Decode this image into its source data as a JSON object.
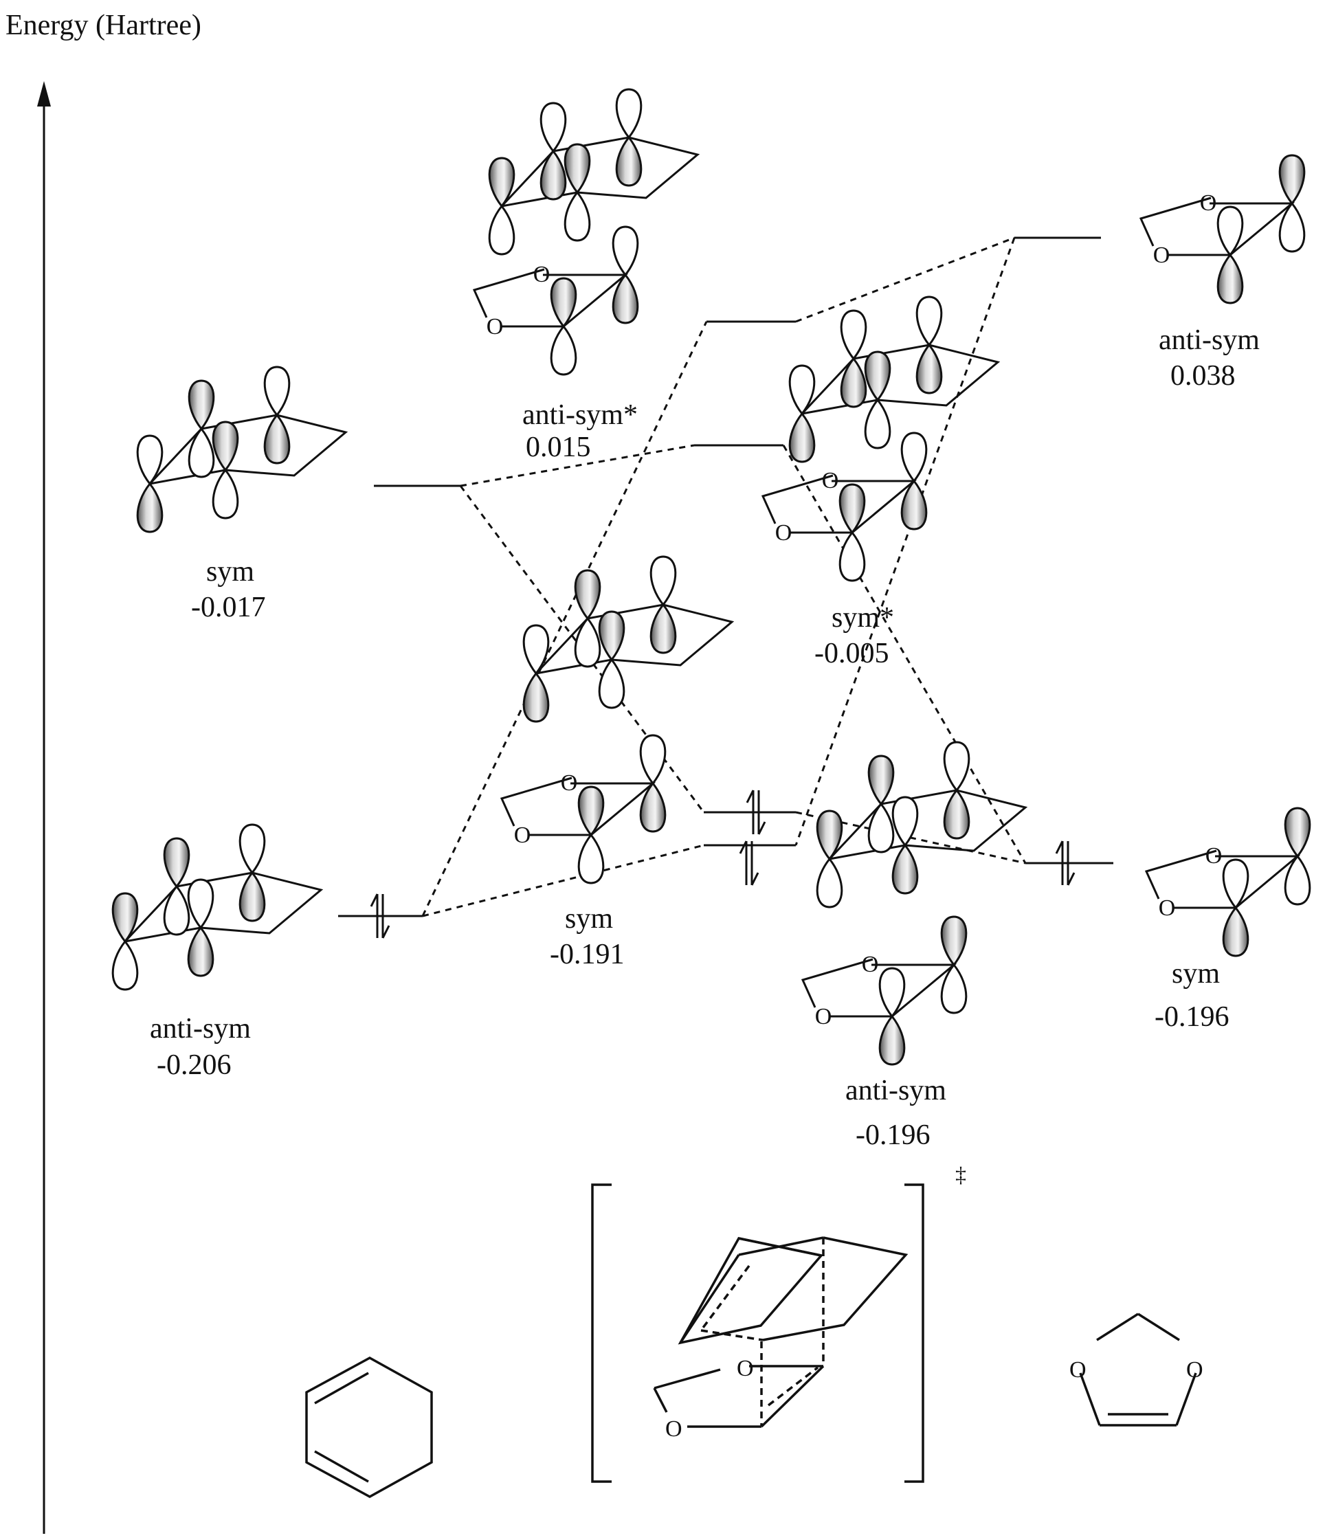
{
  "axis": {
    "label": "Energy (Hartree)"
  },
  "atom_symbol": "O",
  "transition_state_symbol": "‡",
  "levels": {
    "diene_sym": {
      "name": "sym",
      "energy": "-0.017"
    },
    "diene_antisym": {
      "name": "anti-sym",
      "energy": "-0.206"
    },
    "ts_antisym_star": {
      "name": "anti-sym*",
      "energy": "0.015"
    },
    "ts_sym_star": {
      "name": "sym*",
      "energy": "-0.005"
    },
    "ts_sym": {
      "name": "sym",
      "energy": "-0.191"
    },
    "ts_antisym": {
      "name": "anti-sym",
      "energy": "-0.196"
    },
    "dioxole_antisym": {
      "name": "anti-sym",
      "energy": "0.038"
    },
    "dioxole_sym": {
      "name": "sym",
      "energy": "-0.196"
    }
  },
  "colors": {
    "ink": "#111111",
    "lobe_dark": "#6e6e6e",
    "lobe_light": "#ffffff"
  }
}
